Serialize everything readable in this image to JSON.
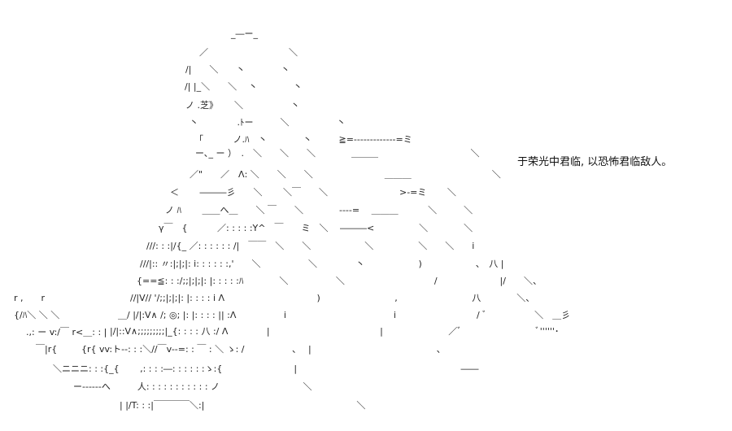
{
  "caption": "于荣光中君临, 以恐怖君临敌人。",
  "art_lines": [
    "_―ー_",
    "／　　　　　　　　　＼",
    "/|　　＼　　丶　　　　丶",
    "/| |_＼　　＼　 丶　　　　丶",
    "ノ .芝》　　 ＼　　　　　 丶",
    "丶　　　　 .ﾄー　　　＼　　　　　 丶",
    "「　　　 ノ.ﾊ　丶　　　　丶　　　≧=-------------=ミ",
    "ー､_ ー ）　.　＼　　＼　　＼　　　　＿＿＿　　　　　　　　　　 ＼",
    "／\"　　／　Λ: ＼　　＼　　＼　　　　　　　　＿＿＿　　　　　　　　　＼",
    "＜　　 ―――彡　　＼　　 ＼￣　　＼　　　　　　　　>-=ミ　　 ＼",
    "ノ ﾊ　　 ＿＿へ＿　　＼ ￣　　＼　　　　----=　 ＿＿＿　　　 ＼　　　＼",
    "γ￣　{　　　 ／: : : : :Y^　￣　　ミ　＼　 ―――<　　　　　＼　　　　＼",
    "///: : :|/{_ ／: : : : : : /|　￣￣　＼　　＼　　　　　　＼　　　　　＼　　＼　　i",
    "///|:: 〃:|;|;|: i: : : : : :,'　　＼　　　　　 ＼　　　　 丶　　　　　　)　　　　　　、　八 |",
    "{==≦: : :/;;|;|;|: |: : : : :ﾊ　　　　＼　　　　　 ＼　　　　　　　　　　/　　　　　　　|/　　＼、",
    "//|V// '/;;|;|;|: |: : : : i Λ　　　　　　　　　　 )　　　　　　　　 ,　　　　　　　　 八　　　　＼、",
    "＿/ |/|:V∧ /; ◎; |: |: : : : || :Λ　　　　　 i　　　　　　　　　　　　i　　　　　　　　　/ ﾞ　　　　　 ＼　＿彡",
    "|/|::V∧;;;;;;;;;|_{: : : : 八 :/ Λ　　　　 |　　　　　　　　　　　　 |　　　　　　　 ／ﾞ　　　　　　　　 ﾞ''''''･",
    "{r{ vv:ト--: : :＼//￣v--=: : ￣ : ＼ ゝ: /　　　　　 、　 |　　　　　　　　　　　　　　、",
    "＼ニニニ: : :{_{　　 ,: : : :―: : : : : :ゝ:{　　　　　　　　|　　　　　　　　　　　　　　　　　　 ――",
    "ー------へ　　　人: : : : : : : : : : : ノ　　　　　　　　　 ＼",
    "| |/T: : :|￣￣￣￣＼:|　　　　　　　　　　　　　　　　　＼"
  ],
  "left_fragments": [
    "r ,　　r",
    "{/ﾊ＼ ＼ ＼",
    ".,: ー v:/￣ r<＿: : |",
    "￣|r{"
  ]
}
